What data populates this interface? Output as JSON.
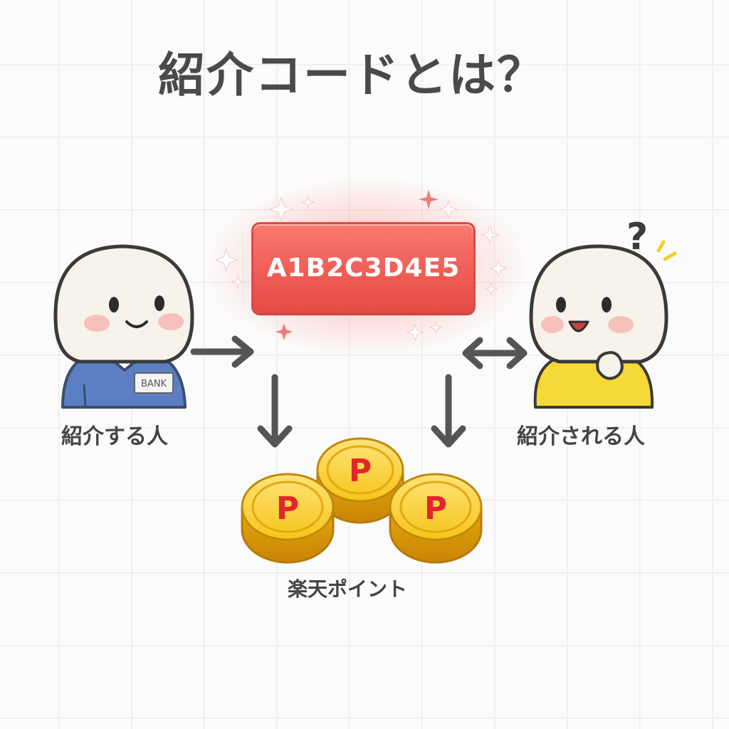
{
  "title": "紹介コードとは？",
  "referral_code": "A1B2C3D4E5",
  "referrer": {
    "label": "紹介する人",
    "badge": "BANK"
  },
  "referee": {
    "label": "紹介される人",
    "question_mark": "?"
  },
  "points": {
    "label": "楽天ポイント",
    "coin_letter": "P"
  },
  "colors": {
    "code_box": "#ef5b54",
    "referrer_shirt": "#5b7fc2",
    "referee_shirt": "#f6d836",
    "coin": "#f5c518",
    "coin_letter": "#e2262c",
    "arrow": "#555555"
  }
}
